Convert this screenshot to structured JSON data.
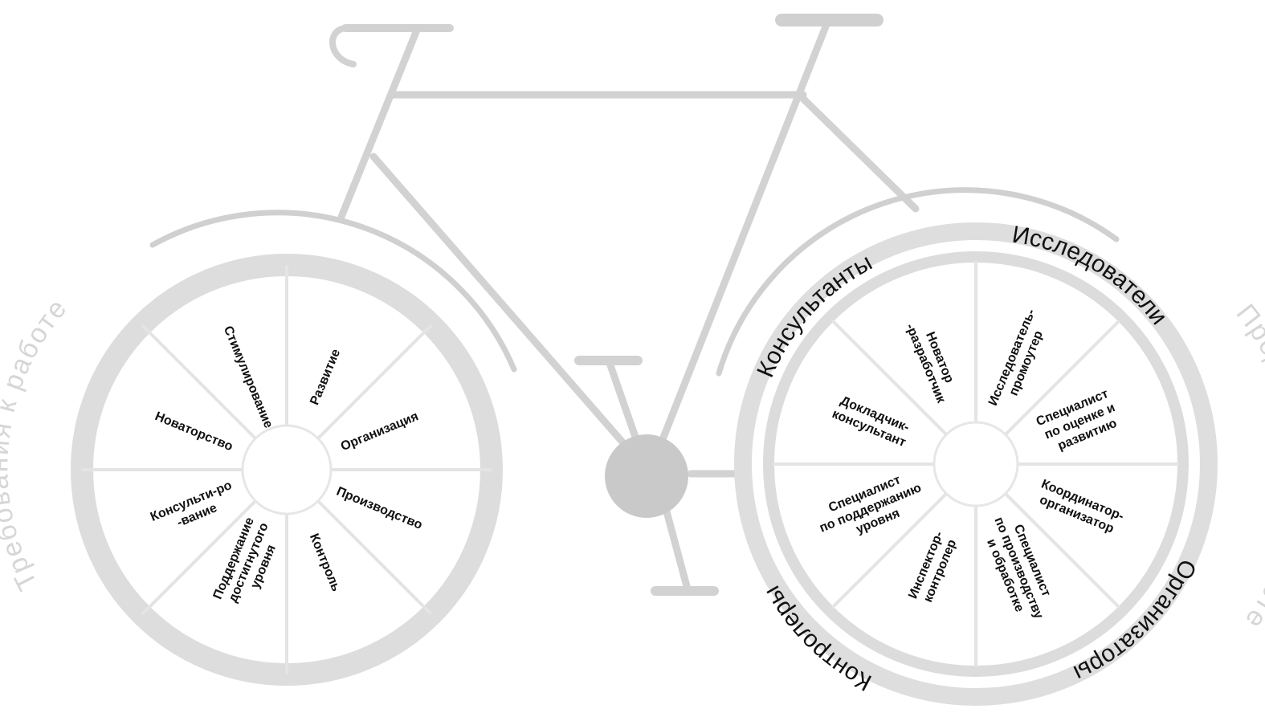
{
  "colors": {
    "frame": "#d2d2d2",
    "rim": "#dddddd",
    "spoke": "#e4e4e4",
    "hub": "#c9c9c9",
    "ink": "#111111",
    "faint_text": "#d6d6d6"
  },
  "left_wheel": {
    "arc_label": "Требования к работе",
    "segments": [
      "Развитие",
      "Организация",
      "Производство",
      "Контроль",
      "Поддержание достигнутого уровня",
      "Консульти-ро-вание",
      "Новаторство",
      "Стимулирование"
    ]
  },
  "right_wheel": {
    "arc_label": "Предпочтения в работе",
    "groups": [
      "Исследователи",
      "Организаторы",
      "Контролеры",
      "Консультанты"
    ],
    "segments": [
      "Исследователь-промоутер",
      "Специалист по оценке и развитию",
      "Координатор-организатор",
      "Специалист по производству и обработке",
      "Инспектор-контролер",
      "Специалист по поддержанию уровня",
      "Докладчик-консультант",
      "Новатор-разработчик"
    ]
  }
}
